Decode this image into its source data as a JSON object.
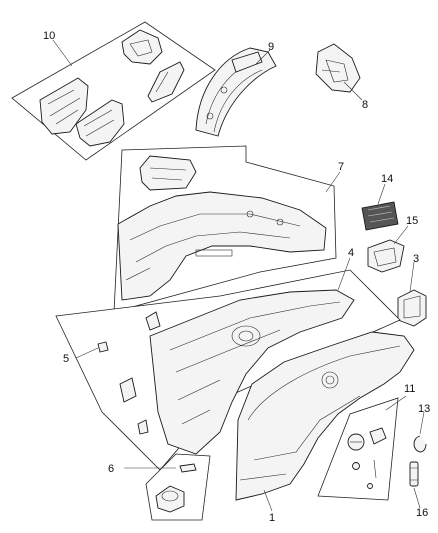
{
  "diagram": {
    "callouts": [
      {
        "id": "c1",
        "label": "1"
      },
      {
        "id": "c3",
        "label": "3"
      },
      {
        "id": "c4",
        "label": "4"
      },
      {
        "id": "c5",
        "label": "5"
      },
      {
        "id": "c6",
        "label": "6"
      },
      {
        "id": "c7",
        "label": "7"
      },
      {
        "id": "c8",
        "label": "8"
      },
      {
        "id": "c9",
        "label": "9"
      },
      {
        "id": "c10",
        "label": "10"
      },
      {
        "id": "c11",
        "label": "11"
      },
      {
        "id": "c13",
        "label": "13"
      },
      {
        "id": "c14",
        "label": "14"
      },
      {
        "id": "c15",
        "label": "15"
      },
      {
        "id": "c16",
        "label": "16"
      }
    ]
  }
}
